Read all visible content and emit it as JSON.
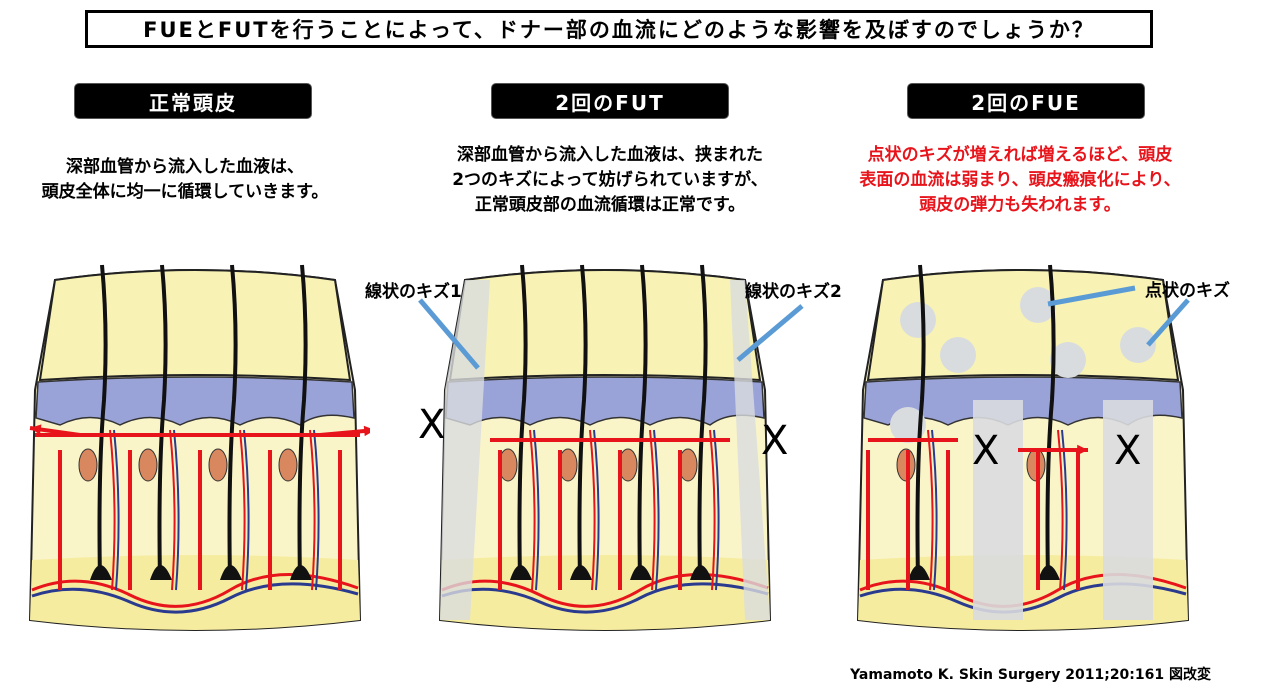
{
  "title": "FUEとFUTを行うことによって、ドナー部の血流にどのような影響を及ぼすのでしょうか？",
  "panels": [
    {
      "label": "正常頭皮",
      "desc": [
        "深部血管から流入した血液は、",
        "頭皮全体に均一に循環していきます。"
      ]
    },
    {
      "label": "2回のFUT",
      "desc": [
        "深部血管から流入した血液は、挟まれた",
        "2つのキズによって妨げられていますが、",
        "正常頭皮部の血流循環は正常です。"
      ]
    },
    {
      "label": "2回のFUE",
      "desc": [
        "点状のキズが増えれば増えるほど、頭皮",
        "表面の血流は弱まり、頭皮瘢痕化により、",
        "頭皮の弾力も失われます。"
      ]
    }
  ],
  "callouts": {
    "linear_scar_1": "線状のキズ1",
    "linear_scar_2": "線状のキズ2",
    "dot_scar": "点状のキズ"
  },
  "block_mark": "X",
  "citation": "Yamamoto K. Skin Surgery 2011;20:161 図改変",
  "colors": {
    "skin_top": "#f8f3b4",
    "dermis_band": "#9aa3d8",
    "blood_red": "#e8141b",
    "scar_gray": "#d9dcdf",
    "bulb": "#d9875f"
  }
}
